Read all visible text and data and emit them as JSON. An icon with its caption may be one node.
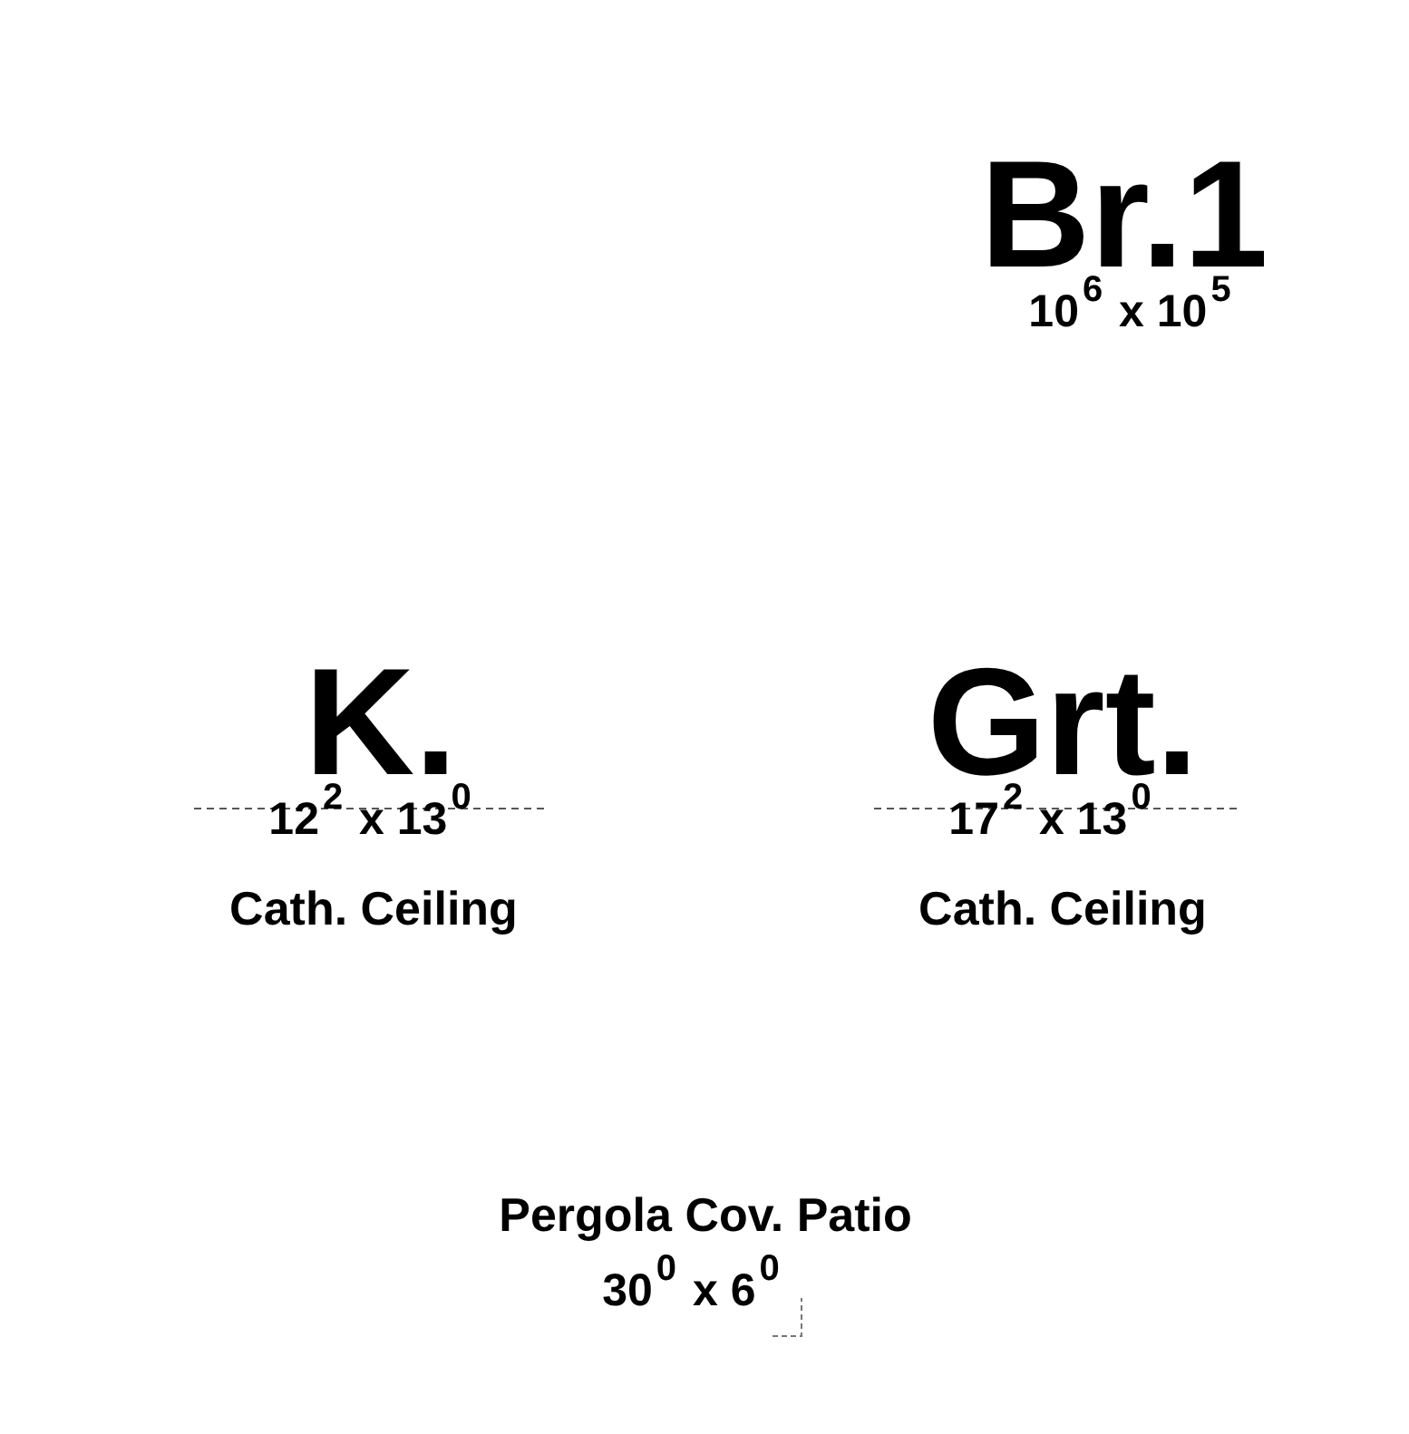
{
  "diagram": {
    "labels": [
      "Br.1",
      "10$^{6}$ x 10$^{5}$",
      "K.",
      "Grt.",
      "12$^{2}$ x 13$^{0}$",
      "17$^{2}$ x 13$^{0}$",
      "Cath. Ceiling",
      "Cath. Ceiling",
      "Pergola Cov. Patio",
      "30$^{0}$ x 6$^{0}$"
    ]
  }
}
